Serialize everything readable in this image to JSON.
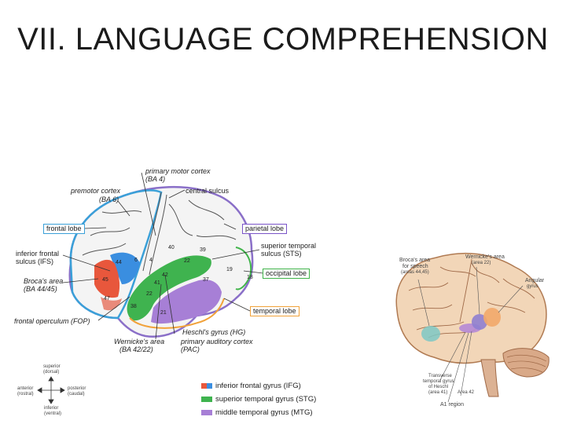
{
  "title": "VII. LANGUAGE COMPREHENSION",
  "left_diagram": {
    "labels": {
      "primary_motor_cortex": "primary motor cortex",
      "ba4": "(BA 4)",
      "premotor_cortex": "premotor cortex",
      "ba6": "(BA 6)",
      "central_sulcus": "central sulcus",
      "frontal_lobe": "frontal lobe",
      "parietal_lobe": "parietal lobe",
      "inferior_frontal_sulcus": "inferior frontal",
      "ifs": "sulcus (IFS)",
      "brocas_area": "Broca's area",
      "ba4445": "(BA 44/45)",
      "superior_temporal_sulcus": "superior temporal",
      "sts": "sulcus (STS)",
      "occipital_lobe": "occipital lobe",
      "temporal_lobe": "temporal lobe",
      "frontal_operculum": "frontal operculum (FOP)",
      "heschls_gyrus": "Heschl's gyrus (HG)",
      "wernickes_area": "Wernicke's area",
      "ba4222": "(BA 42/22)",
      "primary_auditory_cortex": "primary auditory cortex",
      "pac": "(PAC)"
    },
    "area_numbers": [
      "4",
      "6",
      "40",
      "39",
      "22",
      "44",
      "45",
      "47",
      "42",
      "41",
      "37",
      "19",
      "18",
      "22",
      "38",
      "21"
    ],
    "legend": [
      {
        "label": "inferior frontal gyrus (IFG)",
        "color": "#e8573c",
        "color2": "#3a8ee0"
      },
      {
        "label": "superior temporal gyrus (STG)",
        "color": "#3fb34f"
      },
      {
        "label": "middle temporal gyrus (MTG)",
        "color": "#a77fd6"
      }
    ],
    "compass": {
      "superior": "superior",
      "dorsal": "(dorsal)",
      "anterior": "anterior",
      "rostral": "(rostral)",
      "posterior": "posterior",
      "caudal": "(caudal)",
      "inferior": "inferior",
      "ventral": "(ventral)"
    }
  },
  "right_diagram": {
    "labels": {
      "brocas_area": "Broca's area",
      "for_speech": "for speech",
      "brocas_area_nums": "(areas 44,45)",
      "wernickes_area": "Wernicke's area",
      "wernickes_area_num": "(area 22)",
      "angular_gyrus": "Angular",
      "angular_gyrus2": "gyrus",
      "transverse": "Transverse",
      "transverse2": "temporal gyrus",
      "transverse3": "of Heschl",
      "transverse_area": "(area 41)",
      "area42": "Area 42",
      "a1_region": "A1 region"
    },
    "colors": {
      "broca": "#7ec8c4",
      "wernicke": "#8f7fd0",
      "angular": "#f2a86a",
      "heschl": "#b58ad6"
    }
  }
}
